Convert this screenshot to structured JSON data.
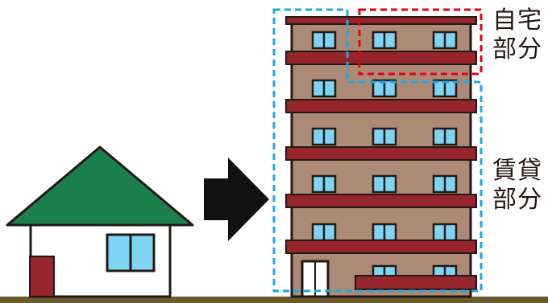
{
  "labels": {
    "owner_line1": "自宅",
    "owner_line2": "部分",
    "rental_line1": "賃貸",
    "rental_line2": "部分"
  },
  "colors": {
    "house_roof": "#1a7f4b",
    "house_door": "#96262b",
    "window": "#7ed4f3",
    "building_wall": "#ad8a75",
    "balcony": "#96262b",
    "ground": "#6a5a2c",
    "arrow": "#111111",
    "owner_box": "#e60012",
    "rental_box": "#1ea8e0"
  },
  "icons": {
    "house": "house-icon",
    "arrow": "arrow-right-icon",
    "building": "apartment-building-icon"
  }
}
